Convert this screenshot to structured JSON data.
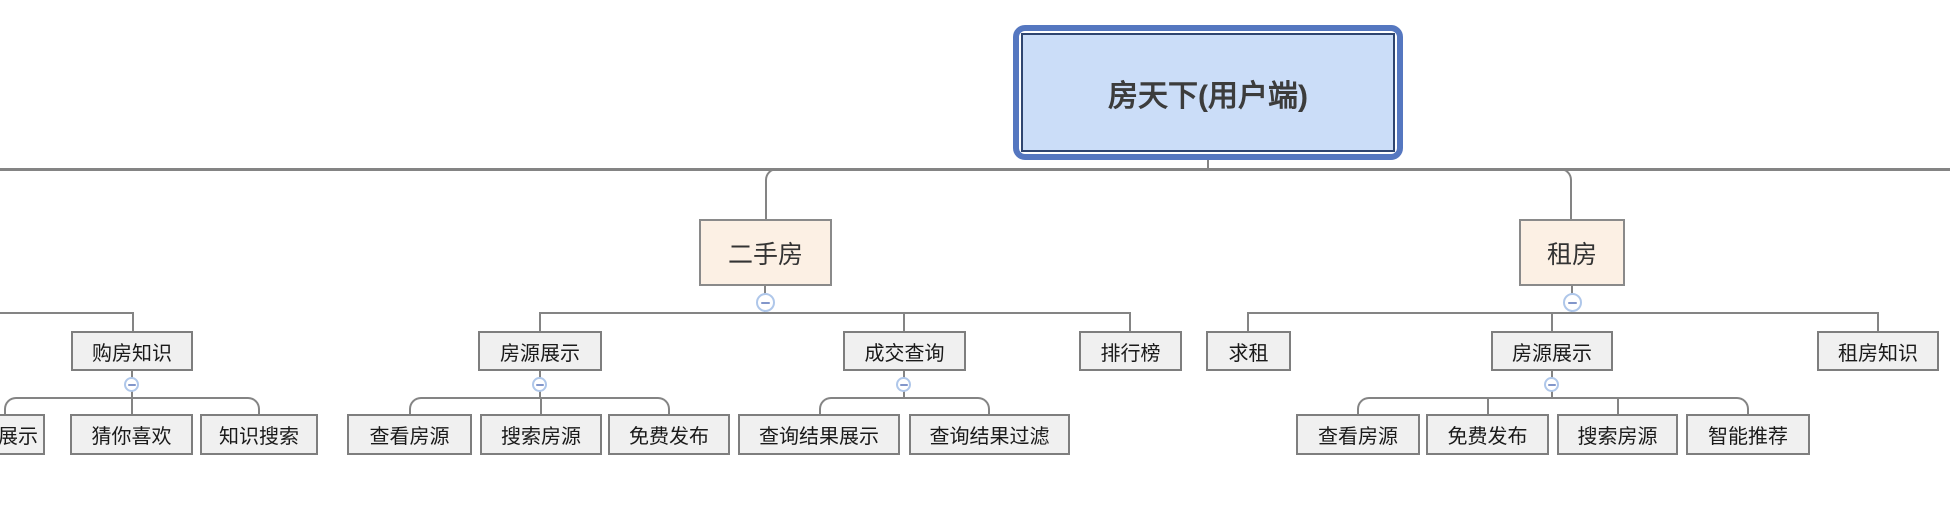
{
  "app": {
    "description": "mind map / org-chart diagram",
    "icons": {
      "collapse": "minus-circle"
    }
  },
  "colors": {
    "root_fill": "#CBDDF8",
    "root_outer_border": "#5577C0",
    "root_inner_border": "#2F4570",
    "branch_fill": "#FCF0E4",
    "branch_border": "#8A8A8A",
    "node_fill": "#F0F0F0",
    "node_border": "#7E7E7E",
    "connector_line": "#848484",
    "collapse_border": "#AFC7EA",
    "collapse_minus": "#8296CA"
  },
  "tree": {
    "root": {
      "label": "房天下(用户端)"
    },
    "branches": [
      {
        "label": "",
        "note": "parent branch cut off at left edge of screen",
        "children": [
          {
            "label": "购房知识",
            "children": [
              {
                "label": "展示",
                "note": "box partially cut off at left edge"
              },
              {
                "label": "猜你喜欢"
              },
              {
                "label": "知识搜索"
              }
            ]
          }
        ]
      },
      {
        "label": "二手房",
        "children": [
          {
            "label": "房源展示",
            "children": [
              {
                "label": "查看房源"
              },
              {
                "label": "搜索房源"
              },
              {
                "label": "免费发布"
              }
            ]
          },
          {
            "label": "成交查询",
            "children": [
              {
                "label": "查询结果展示"
              },
              {
                "label": "查询结果过滤"
              }
            ]
          },
          {
            "label": "排行榜",
            "children": []
          }
        ]
      },
      {
        "label": "租房",
        "children": [
          {
            "label": "求租",
            "children": []
          },
          {
            "label": "房源展示",
            "children": [
              {
                "label": "查看房源"
              },
              {
                "label": "免费发布"
              },
              {
                "label": "搜索房源"
              },
              {
                "label": "智能推荐"
              }
            ]
          },
          {
            "label": "租房知识",
            "children": []
          }
        ]
      }
    ]
  }
}
